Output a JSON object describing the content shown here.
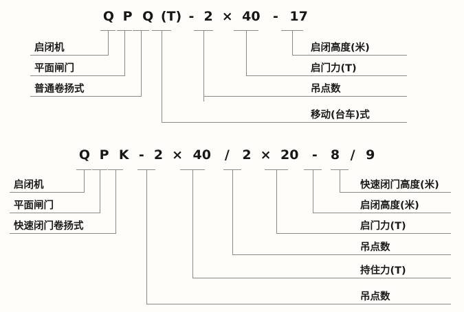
{
  "page": {
    "background_color": "#fffdf9",
    "line_color": "#8a8a85",
    "text_color": "#1a1a1a"
  },
  "diagrams": [
    {
      "id": "qpq-model-breakdown",
      "model_code": "Q P Q (T) - 2 × 40 - 17",
      "code_tokens": [
        {
          "text": "Q"
        },
        {
          "text": "P"
        },
        {
          "text": "Q"
        },
        {
          "text": "(T)"
        },
        {
          "text": "-"
        },
        {
          "text": "2"
        },
        {
          "text": "×"
        },
        {
          "text": "40"
        },
        {
          "text": "-"
        },
        {
          "text": "17"
        }
      ],
      "left_labels": [
        {
          "text": "启闭机"
        },
        {
          "text": "平面闸门"
        },
        {
          "text": "普通卷扬式"
        }
      ],
      "right_labels": [
        {
          "text": "启闭高度(米)"
        },
        {
          "text": "启门力(T)"
        },
        {
          "text": "吊点数"
        },
        {
          "text": "移动(台车)式"
        }
      ]
    },
    {
      "id": "qpk-model-breakdown",
      "model_code": "Q P K - 2 × 40 / 2 × 20 - 8 / 9",
      "code_tokens": [
        {
          "text": "Q"
        },
        {
          "text": "P"
        },
        {
          "text": "K"
        },
        {
          "text": "-"
        },
        {
          "text": "2"
        },
        {
          "text": "×"
        },
        {
          "text": "40"
        },
        {
          "text": "/"
        },
        {
          "text": "2"
        },
        {
          "text": "×"
        },
        {
          "text": "20"
        },
        {
          "text": "-"
        },
        {
          "text": "8"
        },
        {
          "text": "/"
        },
        {
          "text": "9"
        }
      ],
      "left_labels": [
        {
          "text": "启闭机"
        },
        {
          "text": "平面闸门"
        },
        {
          "text": "快速闭门卷扬式"
        }
      ],
      "right_labels": [
        {
          "text": "快速闭门高度(米)"
        },
        {
          "text": "启闭高度(米)"
        },
        {
          "text": "启门力(T)"
        },
        {
          "text": "吊点数"
        },
        {
          "text": "持住力(T)"
        },
        {
          "text": "吊点数"
        }
      ]
    }
  ]
}
